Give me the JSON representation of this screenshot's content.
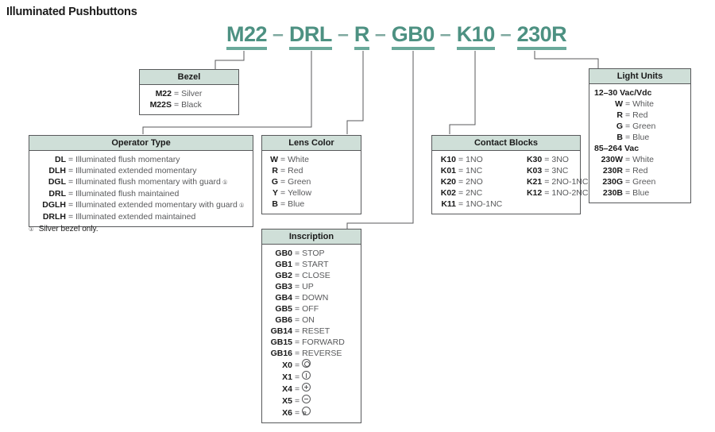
{
  "title": "Illuminated Pushbuttons",
  "part_number": {
    "segments": [
      "M22",
      "DRL",
      "R",
      "GB0",
      "K10",
      "230R"
    ],
    "separator": "–",
    "accent_color": "#4d9182"
  },
  "footnote": {
    "marker": "①",
    "text": "Silver bezel only."
  },
  "boxes": {
    "bezel": {
      "header": "Bezel",
      "rows": [
        {
          "code": "M22",
          "value": "Silver"
        },
        {
          "code": "M22S",
          "value": "Black"
        }
      ]
    },
    "operator_type": {
      "header": "Operator Type",
      "rows": [
        {
          "code": "DL",
          "value": "Illuminated flush momentary",
          "note": ""
        },
        {
          "code": "DLH",
          "value": "Illuminated extended momentary",
          "note": ""
        },
        {
          "code": "DGL",
          "value": "Illuminated flush momentary with guard",
          "note": "①"
        },
        {
          "code": "DRL",
          "value": "Illuminated flush maintained",
          "note": ""
        },
        {
          "code": "DGLH",
          "value": "Illuminated extended momentary with guard",
          "note": "①"
        },
        {
          "code": "DRLH",
          "value": "Illuminated extended maintained",
          "note": ""
        }
      ]
    },
    "lens_color": {
      "header": "Lens Color",
      "rows": [
        {
          "code": "W",
          "value": "White"
        },
        {
          "code": "R",
          "value": "Red"
        },
        {
          "code": "G",
          "value": "Green"
        },
        {
          "code": "Y",
          "value": "Yellow"
        },
        {
          "code": "B",
          "value": "Blue"
        }
      ]
    },
    "contact_blocks": {
      "header": "Contact Blocks",
      "column_left": [
        {
          "code": "K10",
          "value": "1NO"
        },
        {
          "code": "K01",
          "value": "1NC"
        },
        {
          "code": "K20",
          "value": "2NO"
        },
        {
          "code": "K02",
          "value": "2NC"
        },
        {
          "code": "K11",
          "value": "1NO-1NC"
        }
      ],
      "column_right": [
        {
          "code": "K30",
          "value": "3NO"
        },
        {
          "code": "K03",
          "value": "3NC"
        },
        {
          "code": "K21",
          "value": "2NO-1NC"
        },
        {
          "code": "K12",
          "value": "1NO-2NC"
        }
      ]
    },
    "light_units": {
      "header": "Light Units",
      "groups": [
        {
          "label": "12–30 Vac/Vdc",
          "rows": [
            {
              "code": "W",
              "value": "White"
            },
            {
              "code": "R",
              "value": "Red"
            },
            {
              "code": "G",
              "value": "Green"
            },
            {
              "code": "B",
              "value": "Blue"
            }
          ]
        },
        {
          "label": "85–264 Vac",
          "rows": [
            {
              "code": "230W",
              "value": "White"
            },
            {
              "code": "230R",
              "value": "Red"
            },
            {
              "code": "230G",
              "value": "Green"
            },
            {
              "code": "230B",
              "value": "Blue"
            }
          ]
        }
      ]
    },
    "inscription": {
      "header": "Inscription",
      "rows": [
        {
          "code": "GB0",
          "value": "STOP",
          "symbol": ""
        },
        {
          "code": "GB1",
          "value": "START",
          "symbol": ""
        },
        {
          "code": "GB2",
          "value": "CLOSE",
          "symbol": ""
        },
        {
          "code": "GB3",
          "value": "UP",
          "symbol": ""
        },
        {
          "code": "GB4",
          "value": "DOWN",
          "symbol": ""
        },
        {
          "code": "GB5",
          "value": "OFF",
          "symbol": ""
        },
        {
          "code": "GB6",
          "value": "ON",
          "symbol": ""
        },
        {
          "code": "GB14",
          "value": "RESET",
          "symbol": ""
        },
        {
          "code": "GB15",
          "value": "FORWARD",
          "symbol": ""
        },
        {
          "code": "GB16",
          "value": "REVERSE",
          "symbol": ""
        },
        {
          "code": "X0",
          "value": "",
          "symbol": "double-circle-icon"
        },
        {
          "code": "X1",
          "value": "",
          "symbol": "circle-bar-icon"
        },
        {
          "code": "X4",
          "value": "",
          "symbol": "circled-plus-icon"
        },
        {
          "code": "X5",
          "value": "",
          "symbol": "circled-minus-icon"
        },
        {
          "code": "X6",
          "value": "",
          "symbol": "circled-r-icon"
        }
      ]
    }
  }
}
